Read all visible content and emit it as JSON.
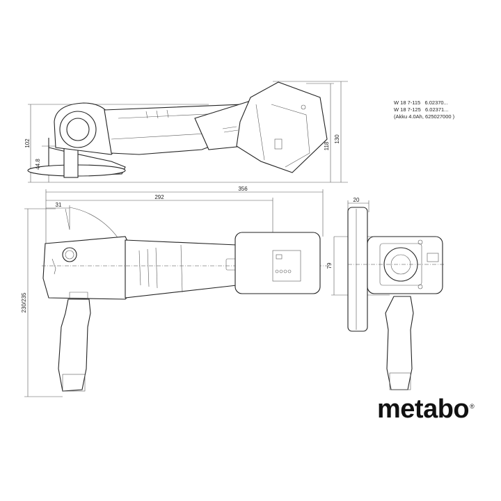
{
  "model_info": [
    {
      "model": "W 18 7-115",
      "code": "6.02370..."
    },
    {
      "model": "W 18 7-125",
      "code": "6.02371..."
    },
    {
      "model": "(Akku 4.0Ah, 625027000 )",
      "code": ""
    }
  ],
  "dimensions": {
    "height_top_left": "102",
    "height_small": "44.8",
    "height_118": "118",
    "height_130": "130",
    "length_356": "356",
    "length_292": "292",
    "offset_31": "31",
    "width_230_235": "230/235",
    "side_20": "20",
    "side_79": "79"
  },
  "logo": {
    "text": "metabo",
    "mark": "®"
  }
}
